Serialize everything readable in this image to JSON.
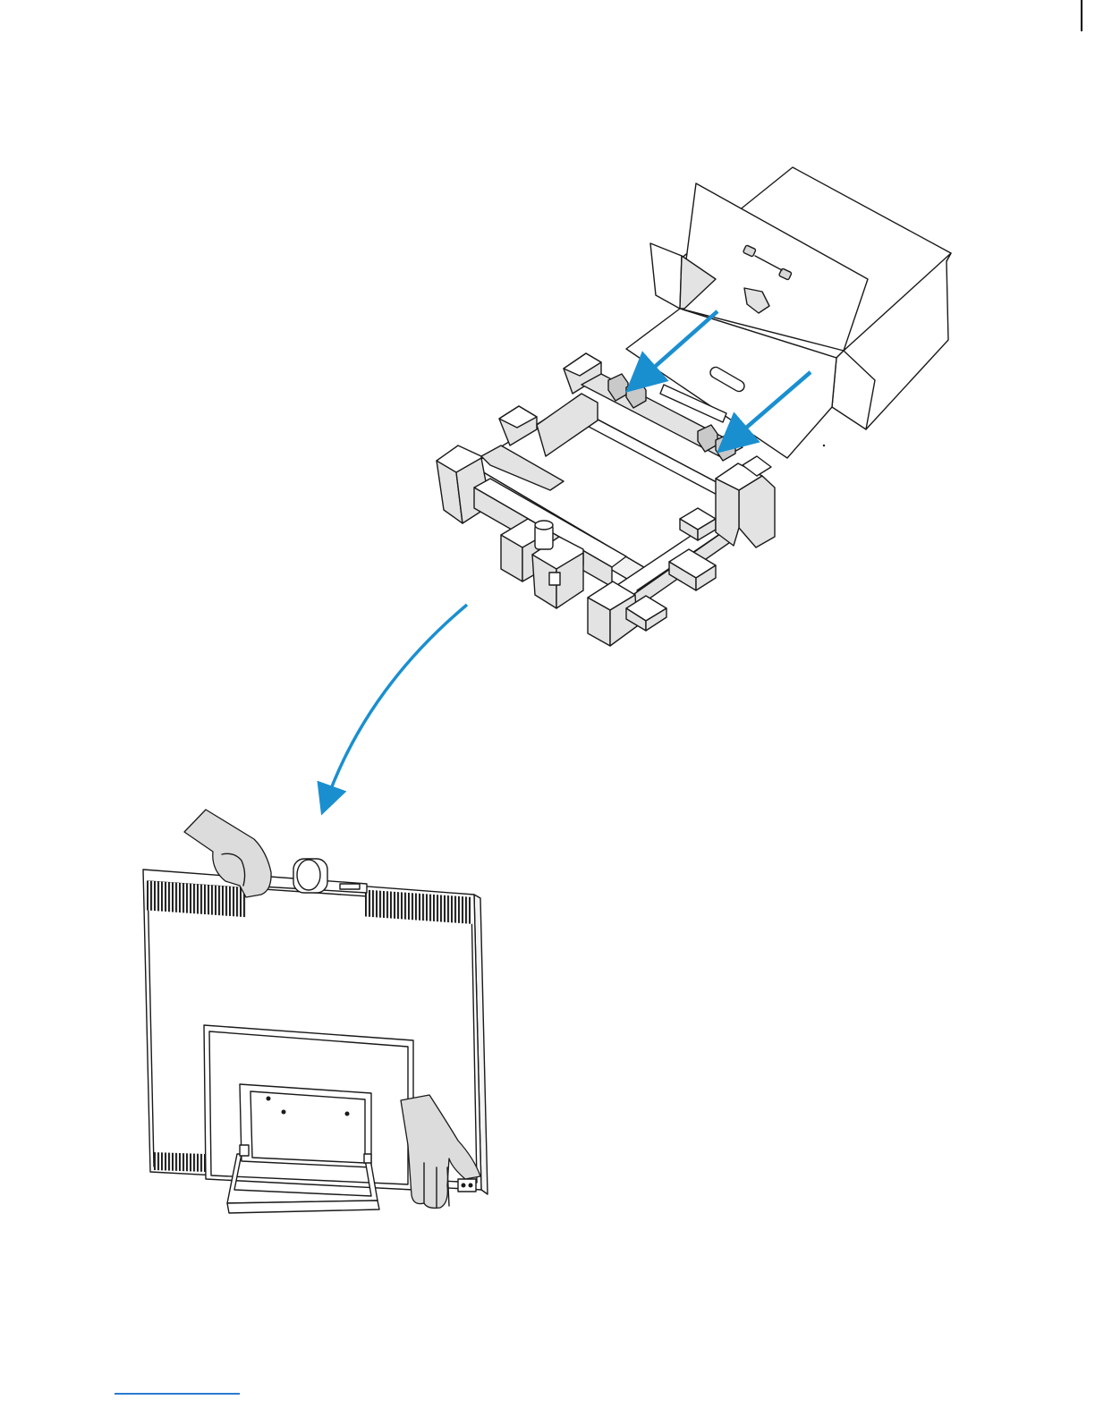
{
  "figure": {
    "accent_color": "#1a8fd0",
    "line_color": "#1a1a1a",
    "foam_color": "#e3e3e3",
    "labels": []
  },
  "components": {
    "box": "shipping-box-open",
    "packing": "foam-packing-frame",
    "device": "display-unit-rear-view",
    "hands": [
      "left-hand-top",
      "right-hand-bottom"
    ],
    "arrows": [
      "slide-out-arrow-left",
      "slide-out-arrow-right",
      "lift-arrow-curved"
    ]
  }
}
